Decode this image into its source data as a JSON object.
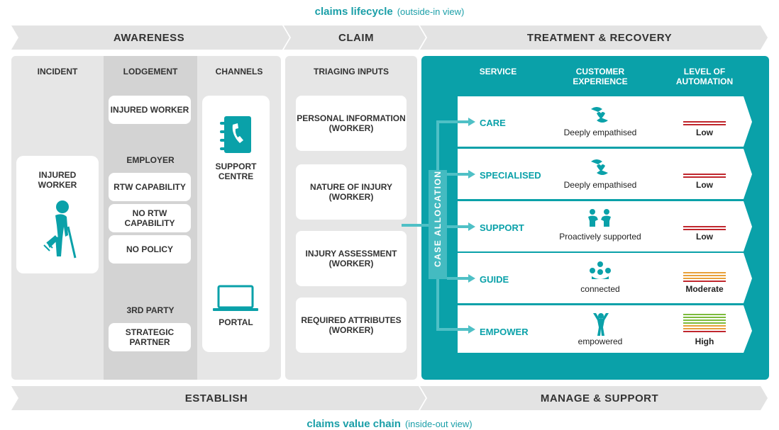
{
  "titles": {
    "top_main": "claims lifecycle",
    "top_sub": "(outside-in view)",
    "bottom_main": "claims value chain",
    "bottom_sub": "(inside-out view)"
  },
  "phases": {
    "awareness": "AWARENESS",
    "claim": "CLAIM",
    "treatment": "TREATMENT & RECOVERY"
  },
  "bottom_bar": {
    "establish": "ESTABLISH",
    "manage": "MANAGE & SUPPORT"
  },
  "columns": {
    "incident": "INCIDENT",
    "lodgement": "LODGEMENT",
    "channels": "CHANNELS",
    "triaging": "TRIAGING INPUTS",
    "service": "SERVICE",
    "customer_exp": "CUSTOMER EXPERIENCE",
    "automation": "LEVEL OF AUTOMATION"
  },
  "incident_card": "INJURED WORKER",
  "lodgement": {
    "injured_worker": "INJURED WORKER",
    "employer_label": "EMPLOYER",
    "rtw": "RTW CAPABILITY",
    "no_rtw": "NO RTW CAPABILITY",
    "no_policy": "NO POLICY",
    "third_party_label": "3RD PARTY",
    "strategic": "STRATEGIC PARTNER"
  },
  "channels": {
    "support_centre": "SUPPORT CENTRE",
    "portal": "PORTAL"
  },
  "triage": [
    "PERSONAL INFORMATION (WORKER)",
    "NATURE OF INJURY (WORKER)",
    "INJURY ASSESSMENT (WORKER)",
    "REQUIRED ATTRIBUTES (WORKER)"
  ],
  "case_allocation": "CASE ALLOCATION",
  "services": [
    {
      "name": "CARE",
      "experience": "Deeply empathised",
      "level": "Low",
      "icon": "hands-heart-icon"
    },
    {
      "name": "SPECIALISED",
      "experience": "Deeply empathised",
      "level": "Low",
      "icon": "hands-heart-icon"
    },
    {
      "name": "SUPPORT",
      "experience": "Proactively supported",
      "level": "Low",
      "icon": "people-meeting-icon"
    },
    {
      "name": "GUIDE",
      "experience": "connected",
      "level": "Moderate",
      "icon": "group-icon"
    },
    {
      "name": "EMPOWER",
      "experience": "empowered",
      "level": "High",
      "icon": "person-celebrating-icon"
    }
  ],
  "colors": {
    "teal": "#0aa1a9",
    "grey_panel": "#e6e6e6",
    "grey_dark": "#d3d3d3",
    "red": "#c0272d",
    "orange": "#e8a13a",
    "green": "#7dbb3c"
  }
}
